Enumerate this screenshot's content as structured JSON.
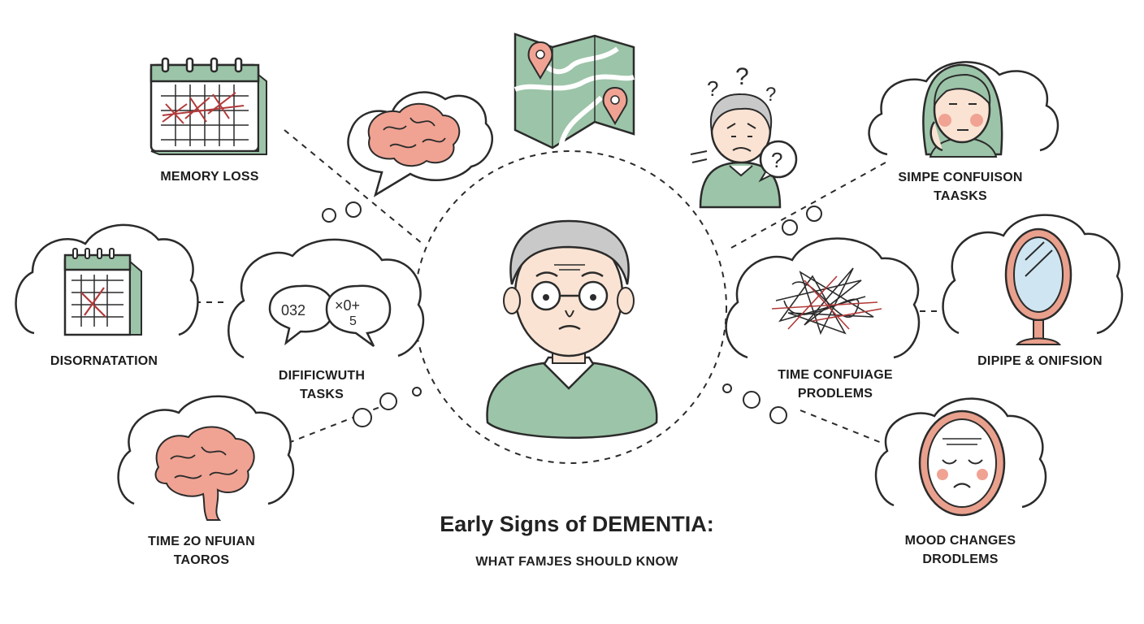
{
  "title": "Early Signs of DEMENTIA:",
  "subtitle": "WHAT FAMJES SHOULD KNOW",
  "signs": {
    "memory_loss": [
      "MEMORY LOSS"
    ],
    "disorientation": [
      "DISORNATATION"
    ],
    "difficulty_tasks": [
      "DIFIFICWUTH",
      "TASKS"
    ],
    "time_confusion_tl": [
      "TIME 2O NFUIAN",
      "TAOROS"
    ],
    "simple_confusion": [
      "SIMPE CONFUISON",
      "TAASKS"
    ],
    "time_problems": [
      "TIME CONFUIAGE",
      "PRODLEMS"
    ],
    "dipipe_confusion": [
      "DIPIPE & ONIFSION"
    ],
    "mood_changes": [
      "MOOD CHANGES",
      "DRODLEMS"
    ]
  },
  "illustrations": {
    "math_text_left": "032",
    "math_text_right": "×0+",
    "math_text_right_sub": "5",
    "question_mark": "?"
  },
  "colors": {
    "sage": "#9cc4a8",
    "brain_pink": "#f0a393",
    "skin": "#fbe3d3",
    "hair": "#c9c9c9",
    "accent_red": "#b23a3a",
    "mirror_frame": "#e9a08d",
    "mirror_glass": "#cfe6f2",
    "ink": "#2b2b2b"
  }
}
